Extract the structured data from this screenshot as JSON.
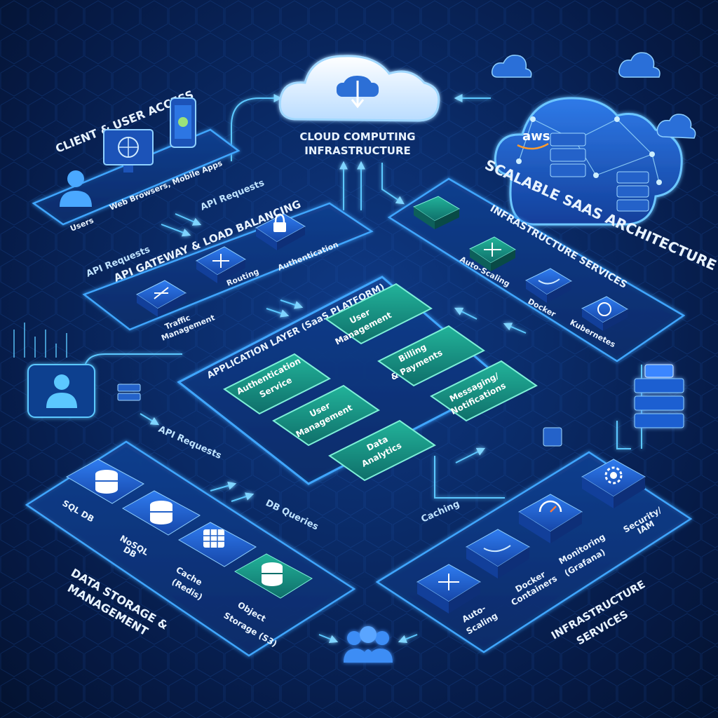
{
  "title": "SCALABLE SAAS ARCHITECTURE",
  "cloud": {
    "label_line1": "CLOUD COMPUTING",
    "label_line2": "INFRASTRUCTURE",
    "aws": "aws"
  },
  "client": {
    "heading": "CLIENT & USER ACCESS",
    "users": "Users",
    "web_mobile": "Web Browsers, Mobile Apps"
  },
  "gateway": {
    "heading": "API GATEWAY & LOAD BALANCING",
    "traffic_1": "Traffic",
    "traffic_2": "Management",
    "routing": "Routing",
    "authentication": "Authentication"
  },
  "app_layer": {
    "heading": "APPLICATION LAYER (SaaS PLATFORM)",
    "modules": [
      {
        "l1": "User",
        "l2": "Management"
      },
      {
        "l1": "Billing",
        "l2": "& Payments"
      },
      {
        "l1": "Authentication",
        "l2": "Service"
      },
      {
        "l1": "Messaging/",
        "l2": "Notifications"
      },
      {
        "l1": "User",
        "l2": "Management"
      },
      {
        "l1": "Data",
        "l2": "Analytics"
      }
    ]
  },
  "infra_top": {
    "heading": "INFRASTRUCTURE SERVICES",
    "autoscaling": "Auto-Scaling",
    "docker": "Docker",
    "kubernetes": "Kubernetes"
  },
  "data_storage": {
    "heading_1": "DATA STORAGE &",
    "heading_2": "MANAGEMENT",
    "sql": "SQL DB",
    "nosql_1": "NoSQL",
    "nosql_2": "DB",
    "cache_1": "Cache",
    "cache_2": "(Redis)",
    "object_1": "Object",
    "object_2": "Storage (S3)"
  },
  "infra_bottom": {
    "heading_1": "INFRASTRUCTURE",
    "heading_2": "SERVICES",
    "autoscaling_1": "Auto-",
    "autoscaling_2": "Scaling",
    "docker_1": "Docker",
    "docker_2": "Containers",
    "monitoring_1": "Monitoring",
    "monitoring_2": "(Grafana)",
    "security_1": "Security/",
    "security_2": "IAM"
  },
  "flows": {
    "api_requests": "API Requests",
    "db_queries": "DB Queries",
    "caching": "Caching"
  },
  "colors": {
    "panel_stroke": "#3fa6ff",
    "glow": "#5cc8ff",
    "teal": "#1fa38d",
    "blue_box": "#1f5fd1",
    "text": "#e8f3ff"
  }
}
